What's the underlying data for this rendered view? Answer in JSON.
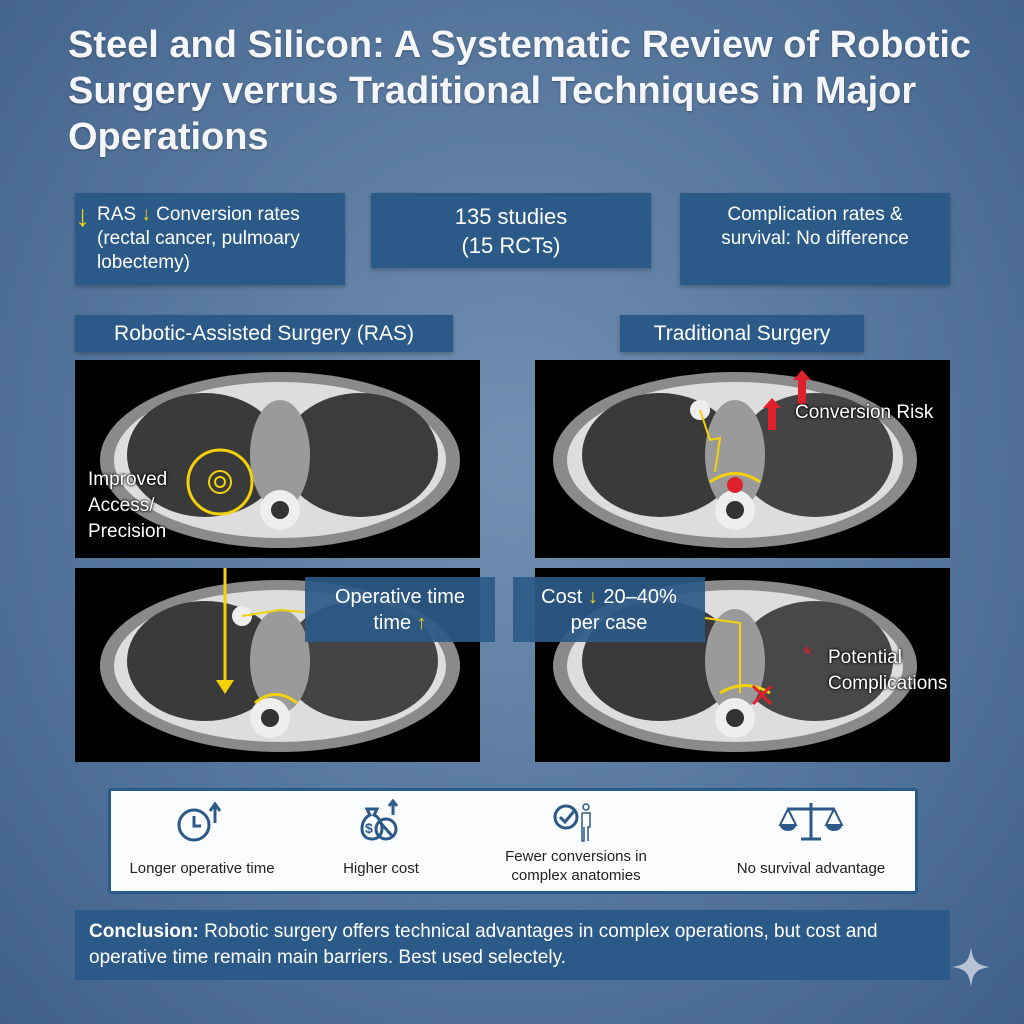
{
  "title": "Steel and Silicon: A Systematic Review of Robotic Surgery verrus Traditional Techniques in Major Operations",
  "stats": [
    {
      "arrow": "↓",
      "text_a": "RAS",
      "arrow2": "↓",
      "text_b": "Conversion rates (rectal cancer, pulmoary lobectemy)"
    },
    {
      "line1": "135 studies",
      "line2": "(15 RCTs)"
    },
    {
      "line1": "Complication rates &",
      "line2": "survival: No difference"
    }
  ],
  "sections": {
    "ras": "Robotic-Assisted Surgery (RAS)",
    "traditional": "Traditional Surgery"
  },
  "annotations": {
    "improved": [
      "Improved",
      "Access/",
      "Precision"
    ],
    "conversion_risk": "Conversion Risk",
    "complications": [
      "Potential",
      "Complications"
    ],
    "operative_time": {
      "line1": "Operative time",
      "line2": "time",
      "arrow": "↑"
    },
    "cost": {
      "prefix": "Cost",
      "arrow": "↓",
      "suffix": "20–40%",
      "line2": "per case"
    }
  },
  "icon_bar": [
    {
      "icon": "clock-up-icon",
      "label": "Longer operative time"
    },
    {
      "icon": "money-bag-icon",
      "label": "Higher cost"
    },
    {
      "icon": "check-person-icon",
      "label": "Fewer conversions in complex anatomies"
    },
    {
      "icon": "scale-icon",
      "label": "No survival advantage"
    }
  ],
  "conclusion": {
    "label": "Conclusion:",
    "text": "Robotic surgery offers technical advantages in complex operations, but cost and operative time remain main barriers. Best used selectely."
  },
  "colors": {
    "panel": "#2c5a88",
    "accent": "#f5d10a",
    "alert": "#e0202a"
  }
}
